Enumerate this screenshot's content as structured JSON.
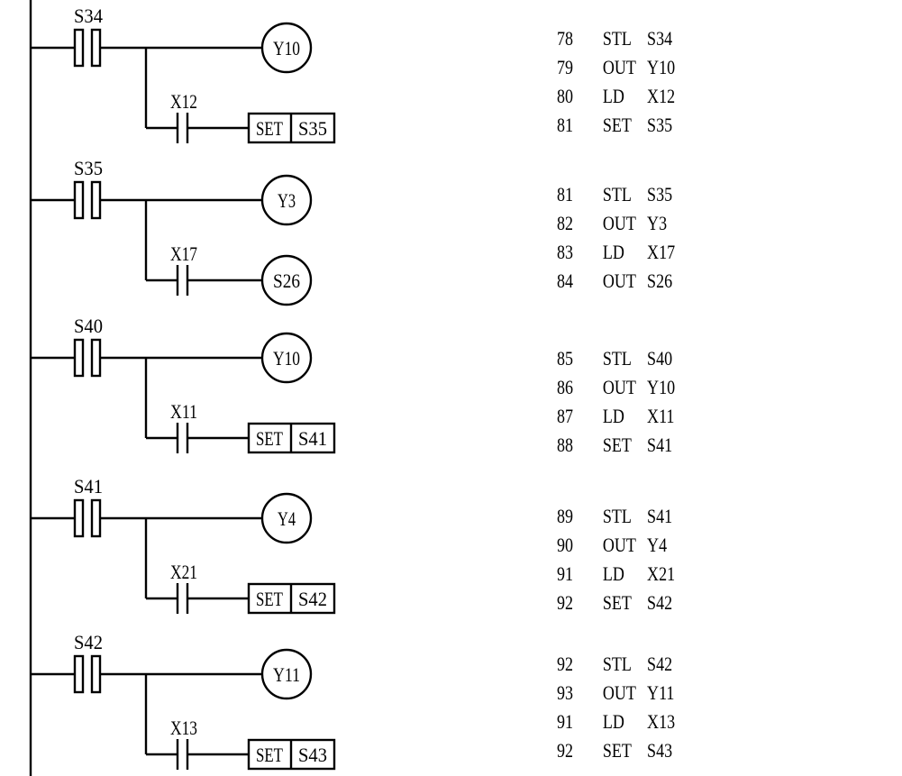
{
  "rungs": [
    {
      "stl": "S34",
      "output_coil": "Y10",
      "condition_contact": "X12",
      "branch_instruction": {
        "type": "SET",
        "op": "SET",
        "target": "S35"
      },
      "instruction_list": [
        {
          "step": "78",
          "op": "STL",
          "arg": "S34"
        },
        {
          "step": "79",
          "op": "OUT",
          "arg": "Y10"
        },
        {
          "step": "80",
          "op": "LD",
          "arg": "X12"
        },
        {
          "step": "81",
          "op": "SET",
          "arg": "S35"
        }
      ]
    },
    {
      "stl": "S35",
      "output_coil": "Y3",
      "condition_contact": "X17",
      "branch_instruction": {
        "type": "OUT",
        "op": "",
        "target": "S26"
      },
      "instruction_list": [
        {
          "step": "81",
          "op": "STL",
          "arg": "S35"
        },
        {
          "step": "82",
          "op": "OUT",
          "arg": "Y3"
        },
        {
          "step": "83",
          "op": "LD",
          "arg": "X17"
        },
        {
          "step": "84",
          "op": "OUT",
          "arg": "S26"
        }
      ]
    },
    {
      "stl": "S40",
      "output_coil": "Y10",
      "condition_contact": "X11",
      "branch_instruction": {
        "type": "SET",
        "op": "SET",
        "target": "S41"
      },
      "instruction_list": [
        {
          "step": "85",
          "op": "STL",
          "arg": "S40"
        },
        {
          "step": "86",
          "op": "OUT",
          "arg": "Y10"
        },
        {
          "step": "87",
          "op": "LD",
          "arg": "X11"
        },
        {
          "step": "88",
          "op": "SET",
          "arg": "S41"
        }
      ]
    },
    {
      "stl": "S41",
      "output_coil": "Y4",
      "condition_contact": "X21",
      "branch_instruction": {
        "type": "SET",
        "op": "SET",
        "target": "S42"
      },
      "instruction_list": [
        {
          "step": "89",
          "op": "STL",
          "arg": "S41"
        },
        {
          "step": "90",
          "op": "OUT",
          "arg": "Y4"
        },
        {
          "step": "91",
          "op": "LD",
          "arg": "X21"
        },
        {
          "step": "92",
          "op": "SET",
          "arg": "S42"
        }
      ]
    },
    {
      "stl": "S42",
      "output_coil": "Y11",
      "condition_contact": "X13",
      "branch_instruction": {
        "type": "SET",
        "op": "SET",
        "target": "S43"
      },
      "instruction_list": [
        {
          "step": "92",
          "op": "STL",
          "arg": "S42"
        },
        {
          "step": "93",
          "op": "OUT",
          "arg": "Y11"
        },
        {
          "step": "91",
          "op": "LD",
          "arg": "X13"
        },
        {
          "step": "92",
          "op": "SET",
          "arg": "S43"
        }
      ]
    }
  ]
}
